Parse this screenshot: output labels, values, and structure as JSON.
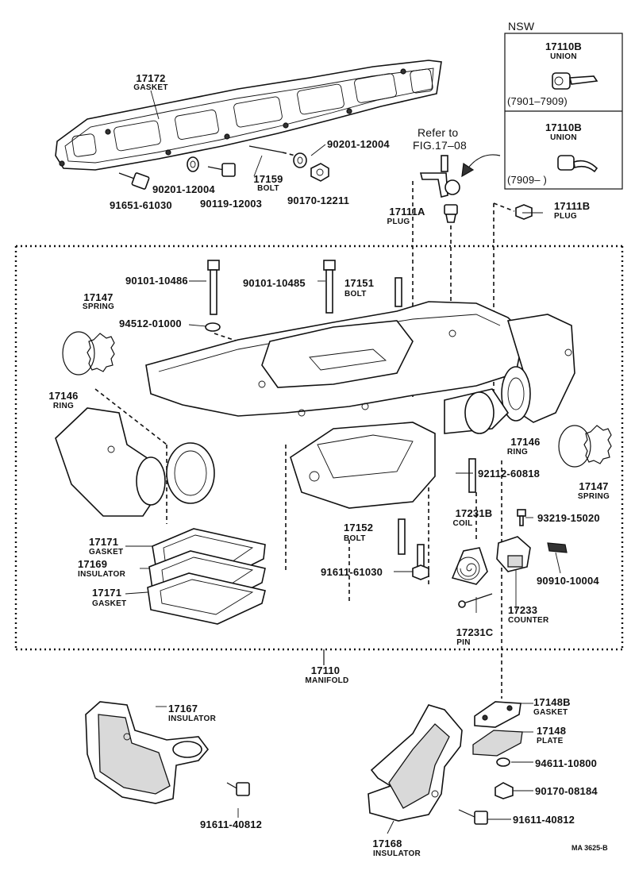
{
  "nsw_box": {
    "title": "NSW",
    "top": {
      "part_no": "17110B",
      "name": "UNION",
      "range": "(7901–7909)"
    },
    "bottom": {
      "part_no": "17110B",
      "name": "UNION",
      "range": "(7909–       )"
    }
  },
  "refer_note": {
    "line1": "Refer to",
    "line2": "FIG.17–08"
  },
  "parts": {
    "p17172": {
      "no": "17172",
      "name": "GASKET"
    },
    "p90201a": {
      "no": "90201-12004"
    },
    "p90201b": {
      "no": "90201-12004"
    },
    "p17159": {
      "no": "17159",
      "name": "BOLT"
    },
    "p91651": {
      "no": "91651-61030"
    },
    "p90119": {
      "no": "90119-12003"
    },
    "p90170a": {
      "no": "90170-12211"
    },
    "p17111A": {
      "no": "17111A",
      "name": "PLUG"
    },
    "p17111B": {
      "no": "17111B",
      "name": "PLUG"
    },
    "p90101a": {
      "no": "90101-10486"
    },
    "p90101b": {
      "no": "90101-10485"
    },
    "p17151": {
      "no": "17151",
      "name": "BOLT"
    },
    "p94512": {
      "no": "94512-01000"
    },
    "p17147a": {
      "no": "17147",
      "name": "SPRING"
    },
    "p17146a": {
      "no": "17146",
      "name": "RING"
    },
    "p17146b": {
      "no": "17146",
      "name": "RING"
    },
    "p17147b": {
      "no": "17147",
      "name": "SPRING"
    },
    "p92112": {
      "no": "92112-60818"
    },
    "p17231B": {
      "no": "17231B",
      "name": "COIL"
    },
    "p93219": {
      "no": "93219-15020"
    },
    "p17152": {
      "no": "17152",
      "name": "BOLT"
    },
    "p91611a": {
      "no": "91611-61030"
    },
    "p90910": {
      "no": "90910-10004"
    },
    "p17171a": {
      "no": "17171",
      "name": "GASKET"
    },
    "p17169": {
      "no": "17169",
      "name": "INSULATOR"
    },
    "p17171b": {
      "no": "17171",
      "name": "GASKET"
    },
    "p17233": {
      "no": "17233",
      "name": "COUNTER"
    },
    "p17231C": {
      "no": "17231C",
      "name": "PIN"
    },
    "p17110": {
      "no": "17110",
      "name": "MANIFOLD"
    },
    "p17167": {
      "no": "17167",
      "name": "INSULATOR"
    },
    "p91611b": {
      "no": "91611-40812"
    },
    "p17148B": {
      "no": "17148B",
      "name": "GASKET"
    },
    "p17148": {
      "no": "17148",
      "name": "PLATE"
    },
    "p94611": {
      "no": "94611-10800"
    },
    "p90170b": {
      "no": "90170-08184"
    },
    "p91611c": {
      "no": "91611-40812"
    },
    "p17168": {
      "no": "17168",
      "name": "INSULATOR"
    }
  },
  "footer_code": "MA  3625-B"
}
